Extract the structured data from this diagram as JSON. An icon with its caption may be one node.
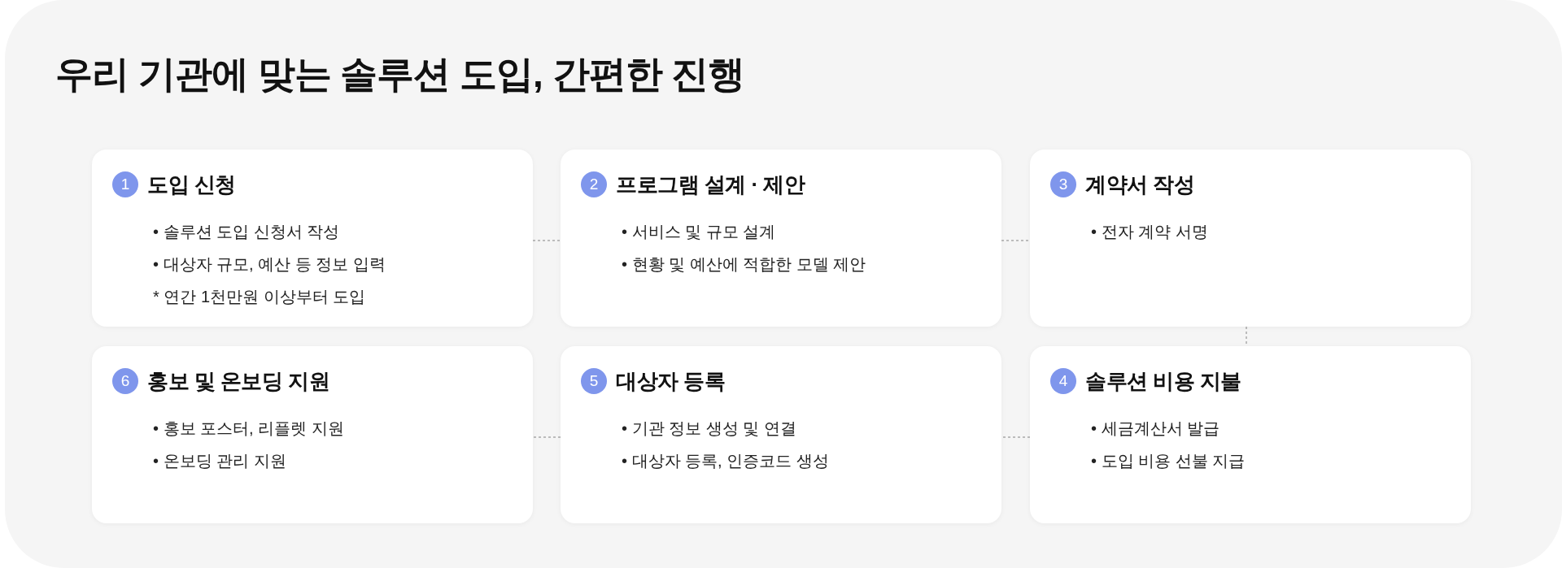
{
  "diagram": {
    "title": "우리 기관에 맞는 솔루션 도입, 간편한 진행",
    "nodes": [
      {
        "text": [
          "1",
          "도입 신청",
          "• 솔루션 도입 신청서 작성",
          "• 대상자 규모, 예산 등 정보 입력",
          "* 연간 1천만원 이상부터 도입"
        ]
      },
      {
        "text": [
          "2",
          "프로그램 설계 · 제안",
          "• 서비스 및 규모 설계",
          "• 현황 및 예산에 적합한 모델 제안"
        ]
      },
      {
        "text": [
          "3",
          "계약서 작성",
          "• 전자 계약 서명"
        ]
      },
      {
        "text": [
          "4",
          "솔루션 비용 지불",
          "• 세금계산서 발급",
          "• 도입 비용 선불 지급"
        ]
      },
      {
        "text": [
          "5",
          "대상자 등록",
          "• 기관 정보 생성 및 연결",
          "• 대상자 등록, 인증코드 생성"
        ]
      },
      {
        "text": [
          "6",
          "홍보 및 온보딩 지원",
          "• 홍보 포스터, 리플렛 지원",
          "• 온보딩 관리 지원"
        ]
      }
    ],
    "edges": [
      {
        "from": 0,
        "to": 1,
        "arrow": "none",
        "style": "dashed"
      },
      {
        "from": 1,
        "to": 2,
        "arrow": "none",
        "style": "dashed"
      },
      {
        "from": 2,
        "to": 3,
        "arrow": "none",
        "style": "dashed"
      },
      {
        "from": 3,
        "to": 4,
        "arrow": "none",
        "style": "dashed"
      },
      {
        "from": 4,
        "to": 5,
        "arrow": "none",
        "style": "dashed"
      }
    ]
  }
}
